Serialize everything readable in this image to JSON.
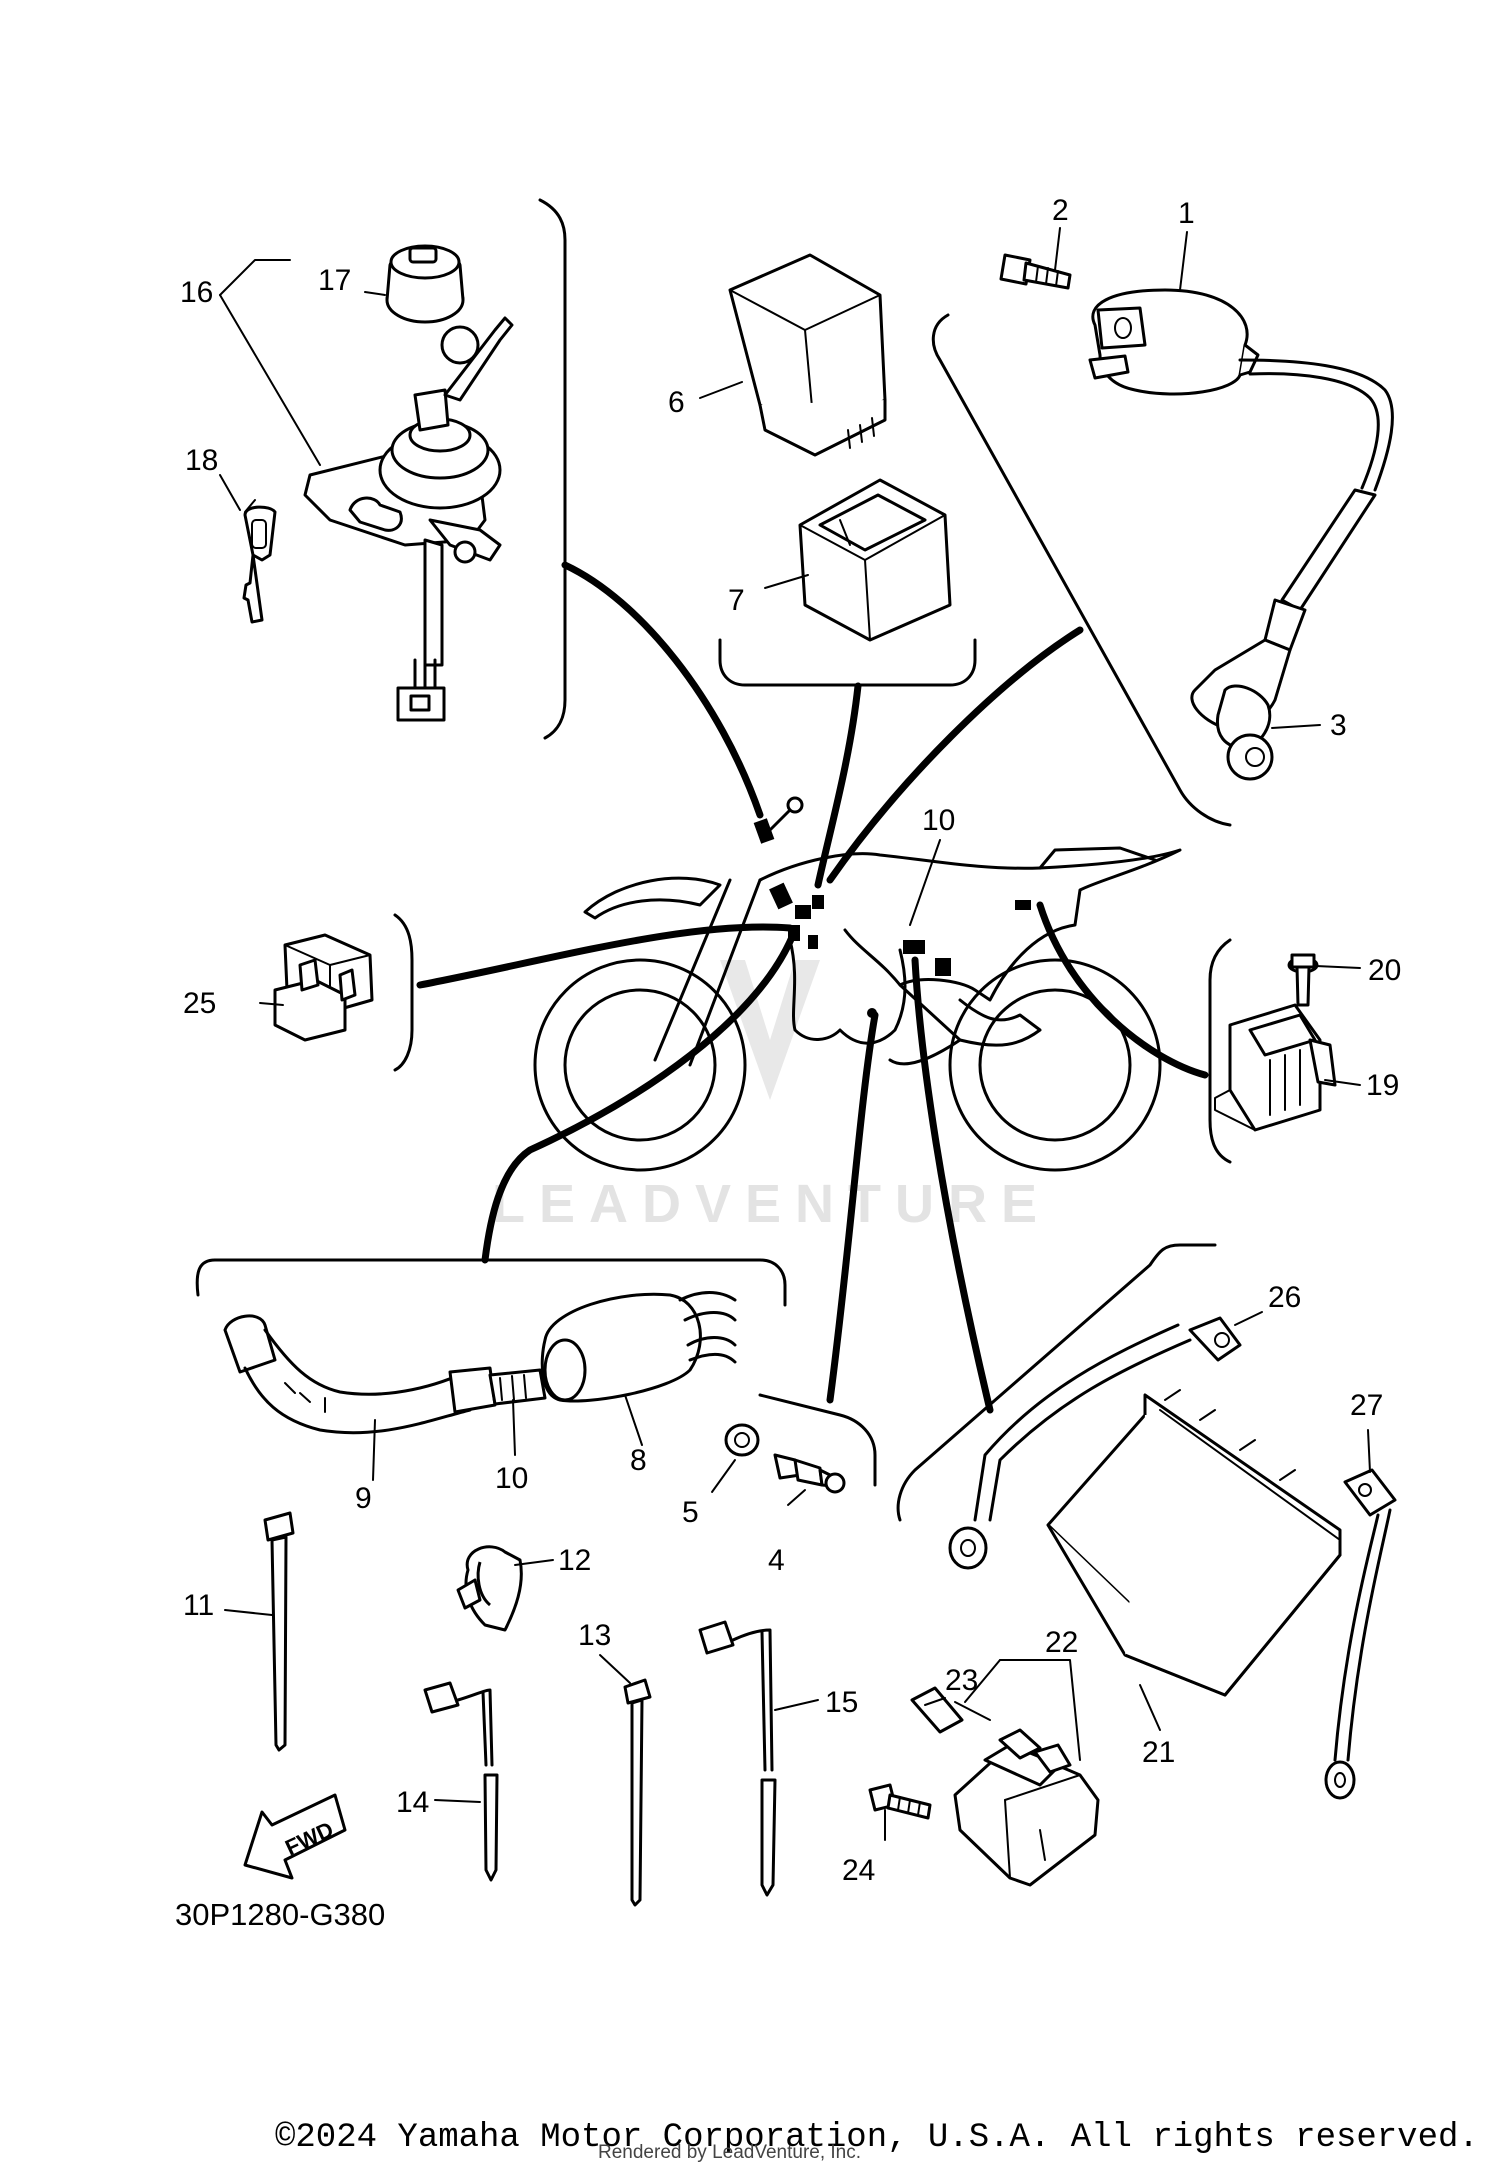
{
  "diagram_code": "30P1280-G380",
  "watermark": "LEADVENTURE",
  "copyright": "©2024 Yamaha Motor Corporation, U.S.A. All rights reserved.",
  "rendered_by": "Rendered by LeadVenture, Inc.",
  "fwd_label": "FWD",
  "callouts": {
    "c1": "1",
    "c2": "2",
    "c3": "3",
    "c4": "4",
    "c5": "5",
    "c6": "6",
    "c7": "7",
    "c8": "8",
    "c9": "9",
    "c10a": "10",
    "c10b": "10",
    "c11": "11",
    "c12": "12",
    "c13": "13",
    "c14": "14",
    "c15": "15",
    "c16": "16",
    "c17": "17",
    "c18": "18",
    "c19": "19",
    "c20": "20",
    "c21": "21",
    "c22": "22",
    "c23": "23",
    "c24": "24",
    "c25": "25",
    "c26": "26",
    "c27": "27"
  }
}
